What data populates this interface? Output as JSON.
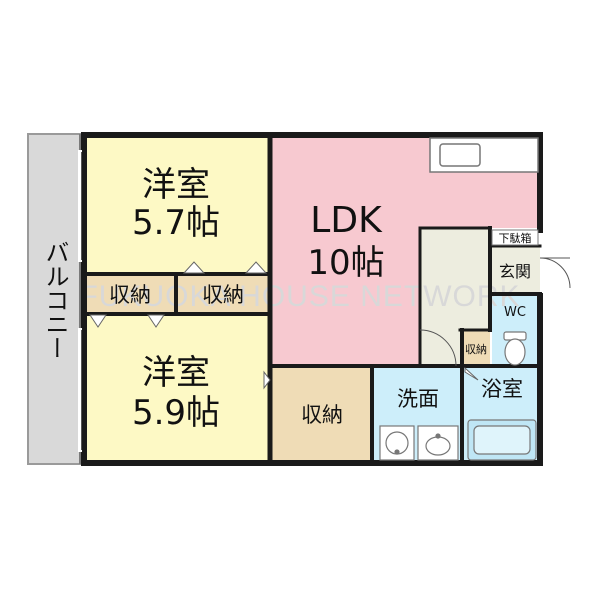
{
  "rooms": {
    "bedroom1": {
      "name": "洋室",
      "size": "5.7帖"
    },
    "bedroom2": {
      "name": "洋室",
      "size": "5.9帖"
    },
    "ldk": {
      "name": "LDK",
      "size": "10帖"
    },
    "closet1": "収納",
    "closet2": "収納",
    "closet3": "収納",
    "closet_small": "収納",
    "balcony": "バルコニー",
    "entrance": "玄関",
    "shoe_cabinet": "下駄箱",
    "wc": "WC",
    "washroom": "洗面",
    "bathroom": "浴室"
  },
  "watermark": "FUKUOKA HOUSE NETWORK",
  "colors": {
    "bedroom": "#fdf9c5",
    "ldk": "#f7c9d0",
    "closet": "#efdcb6",
    "water": "#cdeefa",
    "entrance": "#ededdf",
    "balcony": "#d9d9d9",
    "wall": "#1a1a1a"
  }
}
